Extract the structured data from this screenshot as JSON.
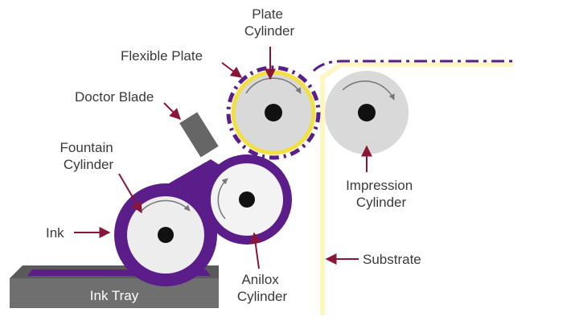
{
  "labels": {
    "plate_cylinder": [
      "Plate",
      "Cylinder"
    ],
    "flexible_plate": "Flexible Plate",
    "doctor_blade": "Doctor Blade",
    "fountain_cylinder": [
      "Fountain",
      "Cylinder"
    ],
    "ink": "Ink",
    "impression_cylinder": [
      "Impression",
      "Cylinder"
    ],
    "substrate": "Substrate",
    "anilox_cylinder": [
      "Anilox",
      "Cylinder"
    ],
    "ink_tray": "Ink Tray"
  },
  "colors": {
    "ink_purple": "#5a1d8a",
    "substrate_yellow": "#fff7c2",
    "plate_yellow": "#f2df42",
    "arrow_red": "#8a1538",
    "cylinder_gray": "#d9d9d9",
    "tray_gray": "#6f6f6f"
  }
}
